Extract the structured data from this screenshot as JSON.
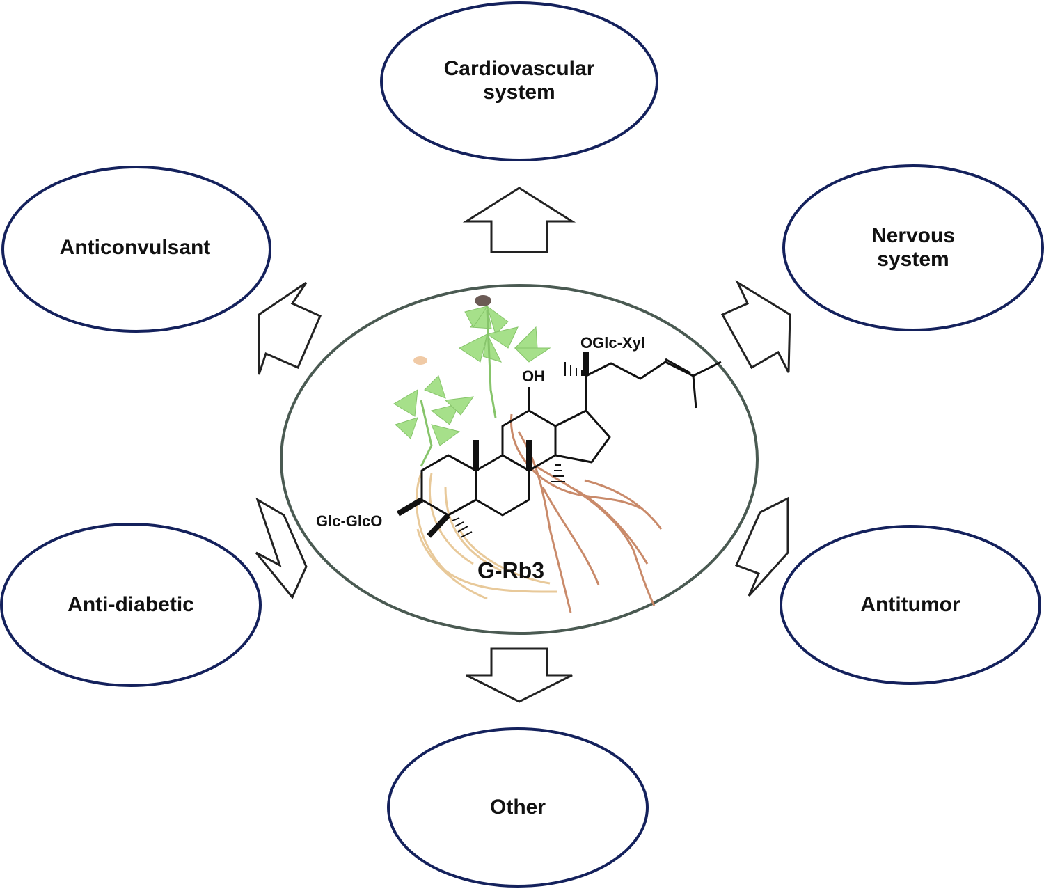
{
  "center": {
    "compound_name": "G-Rb3",
    "substituents": {
      "oh": "OH",
      "side_chain": "OGlc-Xyl",
      "sugar_3": "Glc-GlcO"
    }
  },
  "nodes": [
    {
      "id": "cardiovascular",
      "label": "Cardiovascular\nsystem"
    },
    {
      "id": "nervous",
      "label": "Nervous system"
    },
    {
      "id": "antitumor",
      "label": "Antitumor"
    },
    {
      "id": "other",
      "label": "Other"
    },
    {
      "id": "antidiabetic",
      "label": "Anti-diabetic"
    },
    {
      "id": "anticonvulsant",
      "label": "Anticonvulsant"
    }
  ],
  "colors": {
    "outer_ellipse_stroke": "#14215c",
    "center_ellipse_stroke": "#4a5a52",
    "arrow_stroke": "#222222",
    "leaf_green": "#a6e08a",
    "root_tan": "#e8c99a",
    "root_brown": "#c98a6a"
  }
}
